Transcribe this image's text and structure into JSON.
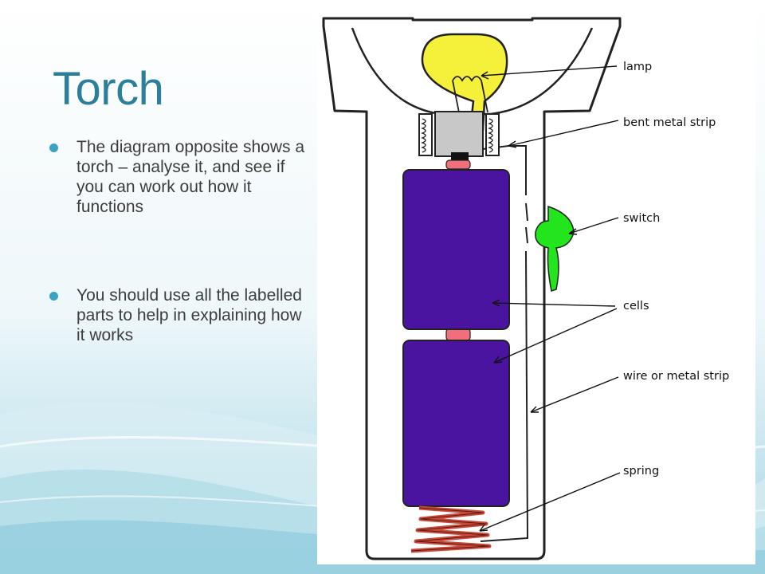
{
  "slide": {
    "title": "Torch",
    "bullets": [
      "The diagram opposite shows a torch – analyse it, and see if you can work out how it functions",
      "You should use all the labelled parts to help in explaining how it works"
    ],
    "accent_color": "#3aa3c3",
    "title_color": "#2c7f9a"
  },
  "diagram": {
    "labels": {
      "lamp": "lamp",
      "bent_metal_strip": "bent metal strip",
      "switch": "switch",
      "cells": "cells",
      "wire": "wire or metal strip",
      "spring": "spring"
    },
    "colors": {
      "bulb": "#f5f03a",
      "cells": "#4a14a0",
      "switch": "#22e51c",
      "spring": "#c8493a",
      "contact": "#ef6f7a"
    }
  }
}
